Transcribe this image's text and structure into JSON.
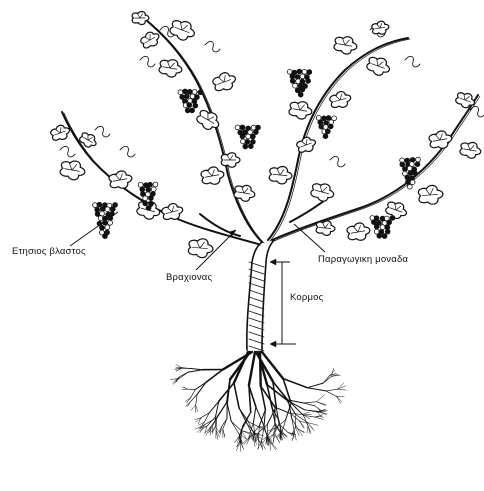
{
  "diagram": {
    "labels": {
      "annual_shoot": "Ετησιος βλαστος",
      "arm": "Βραχιονας",
      "productive_unit": "Παραγωγικη μοναδα",
      "trunk": "Κορμος"
    },
    "colors": {
      "ink": "#111111",
      "background": "#ffffff"
    }
  }
}
